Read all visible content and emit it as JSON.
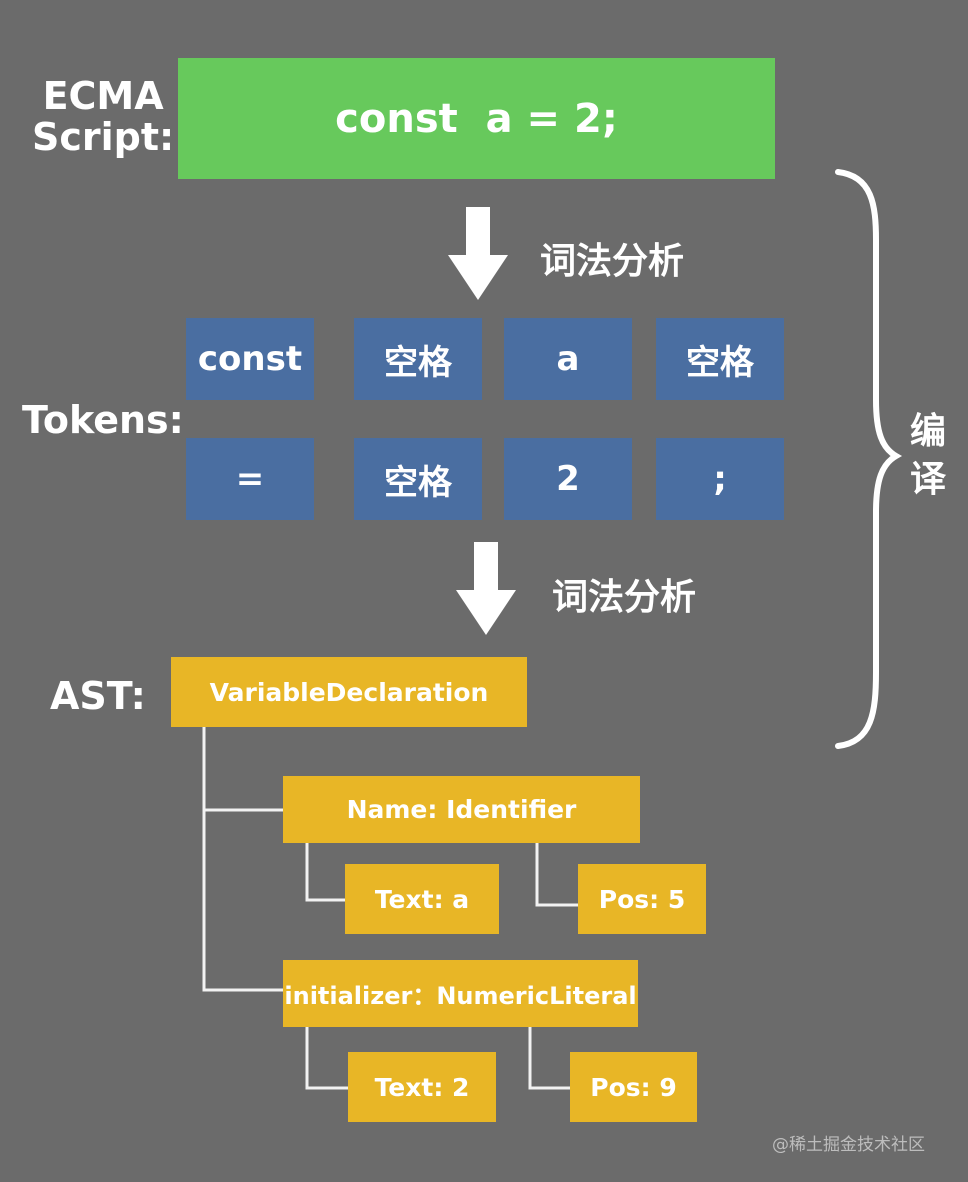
{
  "labels": {
    "ecma_line1": "ECMA",
    "ecma_line2": "Script:",
    "tokens": "Tokens:",
    "ast": "AST:"
  },
  "source_code": "const  a = 2;",
  "steps": {
    "lexical_1": "词法分析",
    "lexical_2": "词法分析"
  },
  "tokens": {
    "row1": [
      "const",
      "空格",
      "a",
      "空格"
    ],
    "row2": [
      "=",
      "空格",
      "2",
      ";"
    ]
  },
  "compile_label": {
    "char1": "编",
    "char2": "译"
  },
  "ast": {
    "root": "VariableDeclaration",
    "name": "Name: Identifier",
    "name_text": "Text: a",
    "name_pos": "Pos: 5",
    "initializer": "initializer：NumericLiteral",
    "init_text": "Text: 2",
    "init_pos": "Pos: 9"
  },
  "watermark": "@稀土掘金技术社区",
  "colors": {
    "background": "#6b6b6b",
    "code_box": "#67c95c",
    "token_box": "#4a6ea1",
    "ast_node": "#e8b626",
    "connector": "#ffffff"
  },
  "icons": [
    "arrow-down-icon",
    "curly-brace-icon"
  ]
}
